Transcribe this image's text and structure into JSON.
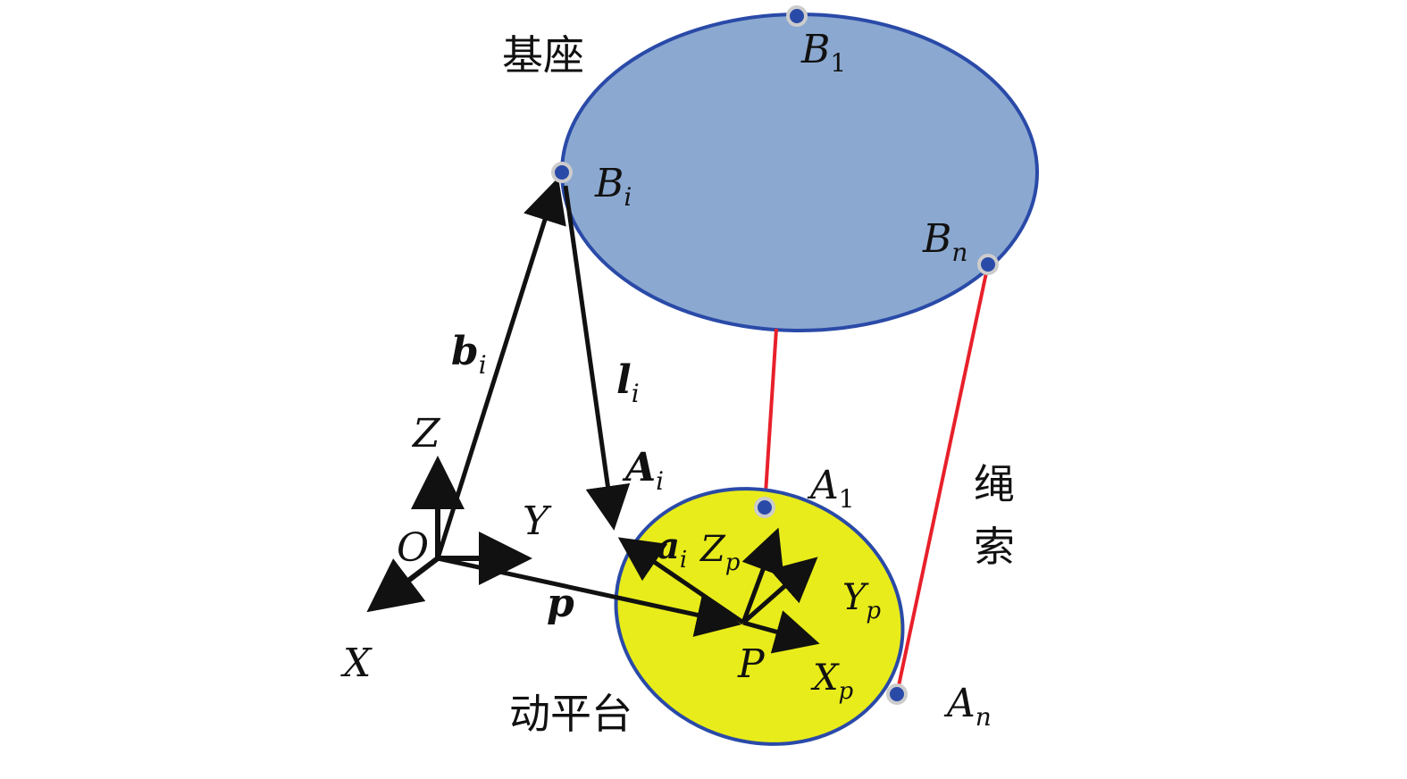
{
  "labels": {
    "base": "基座",
    "platform": "动平台",
    "cable": "绳索"
  },
  "points": {
    "B1": {
      "main": "B",
      "sub": "1"
    },
    "Bi": {
      "main": "B",
      "sub": "i"
    },
    "Bn": {
      "main": "B",
      "sub": "n"
    },
    "A1": {
      "main": "A",
      "sub": "1"
    },
    "Ai": {
      "main": "A",
      "sub": "i"
    },
    "An": {
      "main": "A",
      "sub": "n"
    },
    "O": "O",
    "P": "P"
  },
  "vectors": {
    "b": {
      "main": "b",
      "sub": "i"
    },
    "l": {
      "main": "l",
      "sub": "i"
    },
    "a": {
      "main": "a",
      "sub": "i"
    },
    "p": "p"
  },
  "axes": {
    "X": "X",
    "Y": "Y",
    "Z": "Z",
    "Xp": {
      "main": "X",
      "sub": "p"
    },
    "Yp": {
      "main": "Y",
      "sub": "p"
    },
    "Zp": {
      "main": "Z",
      "sub": "p"
    }
  },
  "colors": {
    "base_fill": "#8ba8d0",
    "base_stroke": "#2a4aa8",
    "platform_fill": "#e8ec1a",
    "platform_stroke": "#2a4aa8",
    "cable": "#e8202a",
    "arrow": "#111111",
    "joint_fill": "#2a4aa8",
    "joint_ring": "#cccccc"
  }
}
